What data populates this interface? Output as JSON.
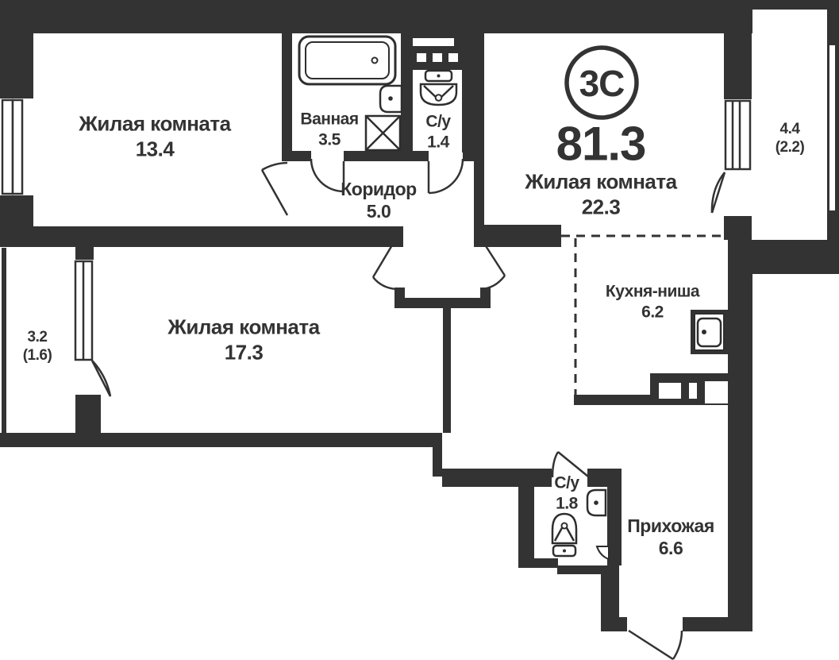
{
  "plan": {
    "badge": "3С",
    "total_area": "81.3"
  },
  "rooms": {
    "living_top": {
      "name": "Жилая комната",
      "area": "13.4"
    },
    "bathroom": {
      "name": "Ванная",
      "area": "3.5"
    },
    "wc_top": {
      "name": "С/у",
      "area": "1.4"
    },
    "corridor": {
      "name": "Коридор",
      "area": "5.0"
    },
    "living_right": {
      "name": "Жилая комната",
      "area": "22.3"
    },
    "living_mid": {
      "name": "Жилая комната",
      "area": "17.3"
    },
    "kitchen": {
      "name": "Кухня-ниша",
      "area": "6.2"
    },
    "wc_bottom": {
      "name": "С/у",
      "area": "1.8"
    },
    "hall": {
      "name": "Прихожая",
      "area": "6.6"
    },
    "loggia_left": {
      "area": "3.2",
      "secondary": "(1.6)"
    },
    "loggia_right": {
      "area": "4.4",
      "secondary": "(2.2)"
    }
  },
  "icons": {
    "fixtures": [
      "bathtub-icon",
      "bath-sink-icon",
      "washing-machine-icon",
      "toilet-icon",
      "kitchen-sink-icon",
      "wc-sink-icon",
      "corner-shelf-icon"
    ]
  },
  "colors": {
    "wall": "#333333",
    "background": "#ffffff"
  }
}
